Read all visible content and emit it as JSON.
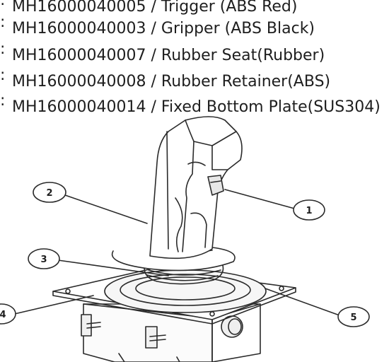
{
  "parts": [
    {
      "prefix": ":",
      "code": "MH16000040005",
      "name": "Trigger (ABS Red)"
    },
    {
      "prefix": ":",
      "code": "MH16000040003",
      "name": "Gripper (ABS Black)"
    },
    {
      "prefix": ":",
      "code": "MH16000040007",
      "name": "Rubber Seat(Rubber)"
    },
    {
      "prefix": ":",
      "code": "MH16000040008",
      "name": "Rubber Retainer(ABS)"
    },
    {
      "prefix": ":",
      "code": "MH16000040014",
      "name": "Fixed Bottom Plate(SUS304)"
    }
  ],
  "callouts": [
    "1",
    "2",
    "3",
    "4",
    "5"
  ],
  "colors": {
    "line": "#2a2a2a",
    "text": "#1e1e1e",
    "background": "#ffffff"
  }
}
